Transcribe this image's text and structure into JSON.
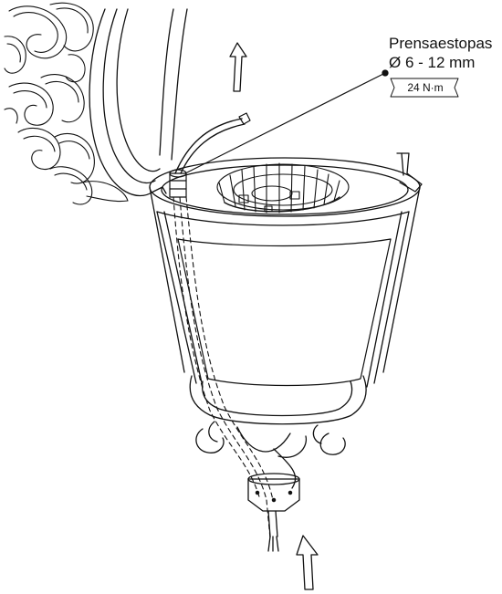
{
  "callout": {
    "name": "Prensaestopas",
    "size": "Ø 6 - 12 mm",
    "torque": "24 N·m"
  },
  "colors": {
    "line": "#111111",
    "background": "#ffffff"
  },
  "icons": [
    "up-arrow-icon",
    "up-arrow-icon"
  ]
}
